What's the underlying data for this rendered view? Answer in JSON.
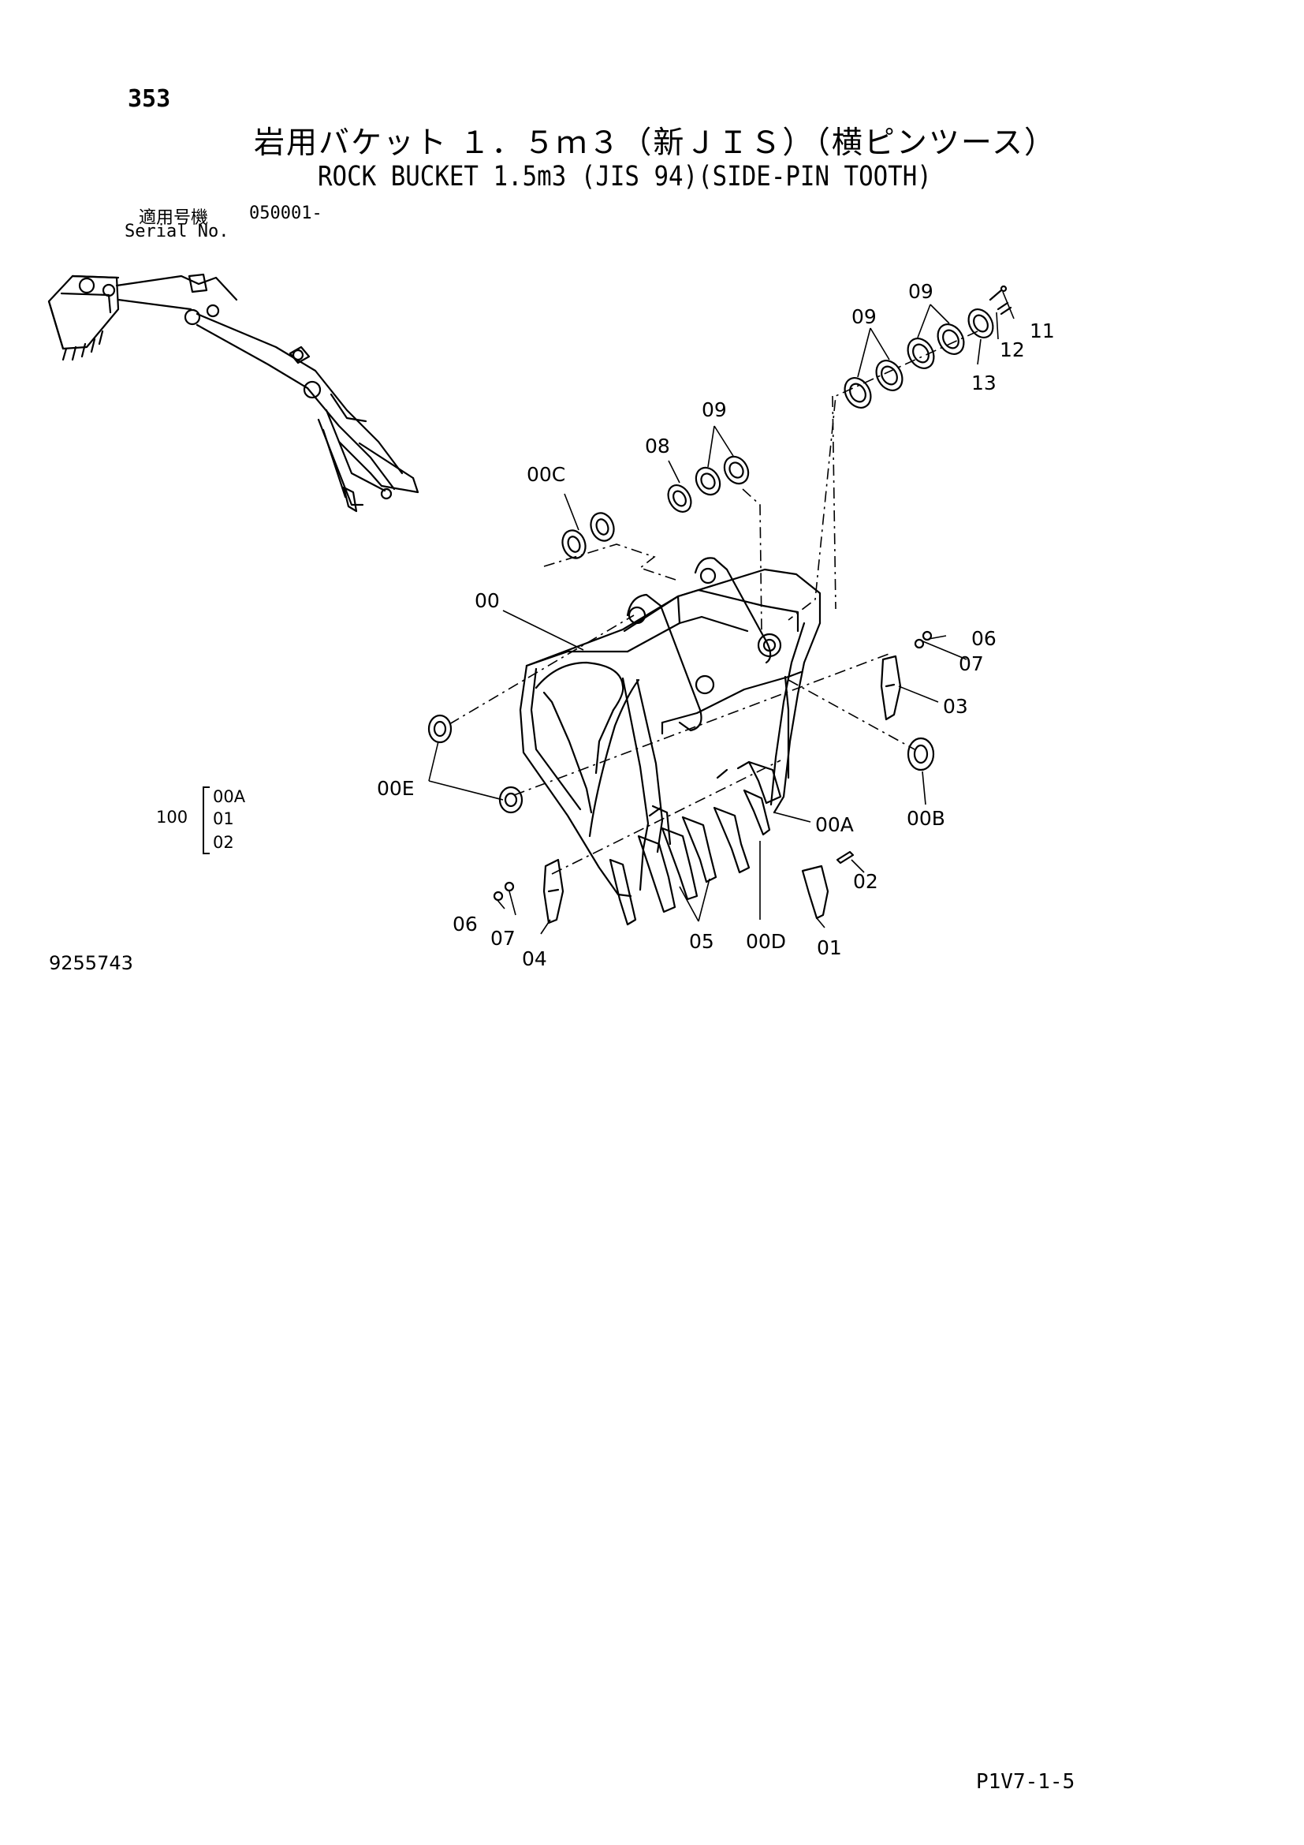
{
  "header": {
    "page_number": "353",
    "title_jp": "岩用バケット １．５ｍ３（新ＪＩＳ）（横ピンツース）",
    "title_en": "ROCK BUCKET 1.5m3 (JIS 94)(SIDE-PIN TOOTH)",
    "serial_label_jp": "適用号機",
    "serial_value": "050001-",
    "serial_label_en": "Serial No."
  },
  "kit": {
    "number": "100",
    "items": [
      "00A",
      "01",
      "02"
    ]
  },
  "callouts": {
    "c09a": "09",
    "c09b": "09",
    "c09c": "09",
    "c11": "11",
    "c12": "12",
    "c13": "13",
    "c08": "08",
    "c00C": "00C",
    "c00": "00",
    "c06r": "06",
    "c07r": "07",
    "c03": "03",
    "c00E": "00E",
    "c00B": "00B",
    "c00A": "00A",
    "c02": "02",
    "c06l": "06",
    "c07l": "07",
    "c04": "04",
    "c05": "05",
    "c00D": "00D",
    "c01": "01"
  },
  "footer": {
    "doc_number": "9255743",
    "page_code": "P1V7-1-5"
  }
}
